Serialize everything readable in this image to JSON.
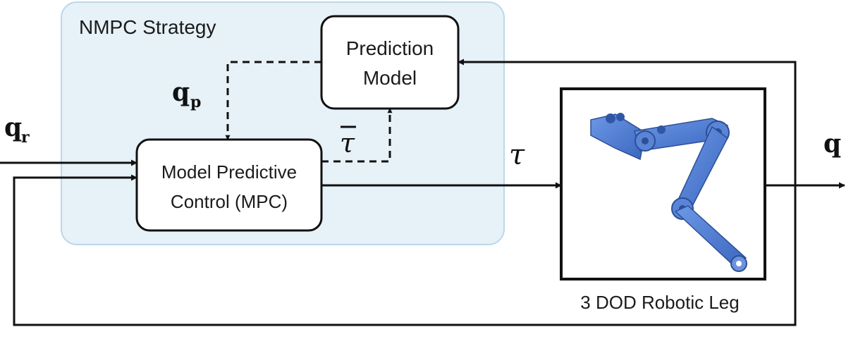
{
  "strategy": {
    "title": "NMPC Strategy"
  },
  "blocks": {
    "prediction_model": {
      "line1": "Prediction",
      "line2": "Model"
    },
    "mpc": {
      "line1": "Model Predictive",
      "line2": "Control (MPC)"
    },
    "robot": {
      "caption": "3 DOD Robotic Leg"
    }
  },
  "signals": {
    "qr_main": "q",
    "qr_sub": "r",
    "qp_main": "q",
    "qp_sub": "p",
    "tau_bar": "τ",
    "tau": "τ",
    "q_out": "q"
  },
  "colors": {
    "strategy_fill": "#e6f1f8",
    "strategy_border": "#bcd8ea",
    "robot_blue": "#4a78cf"
  }
}
